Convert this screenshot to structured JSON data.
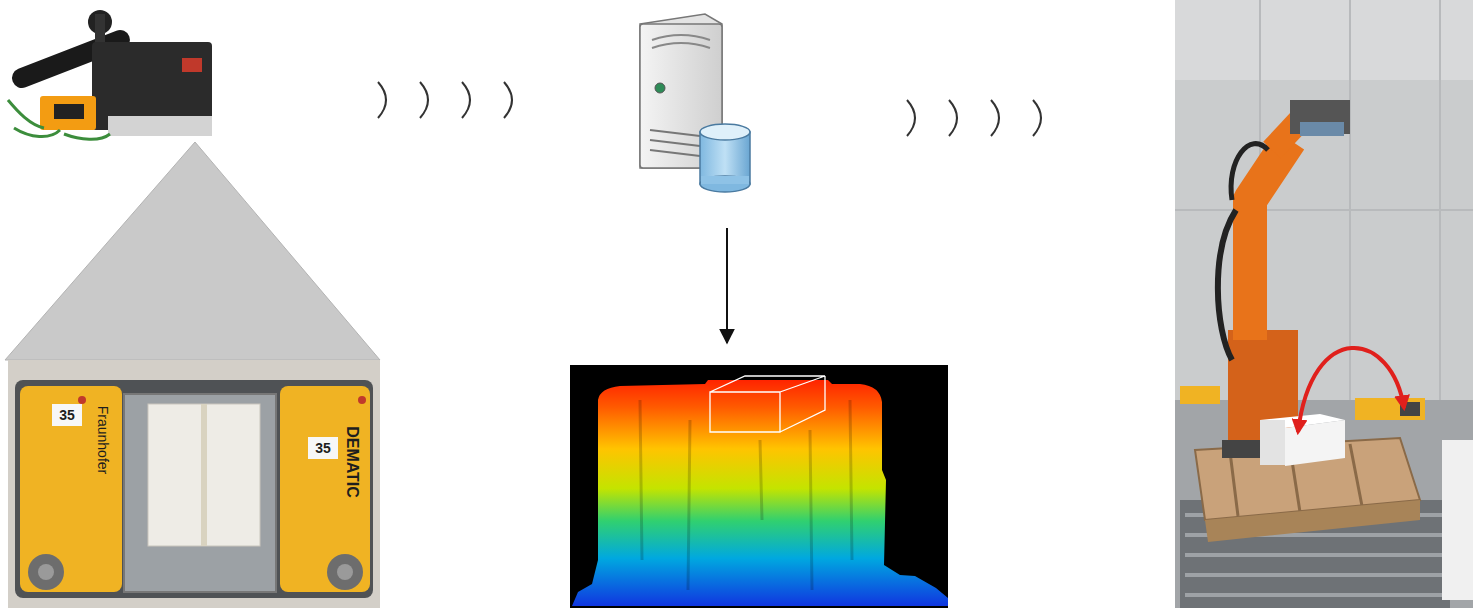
{
  "diagram": {
    "labels": [
      "Fraunhofer",
      "35",
      "DEMATIC",
      "35"
    ]
  }
}
